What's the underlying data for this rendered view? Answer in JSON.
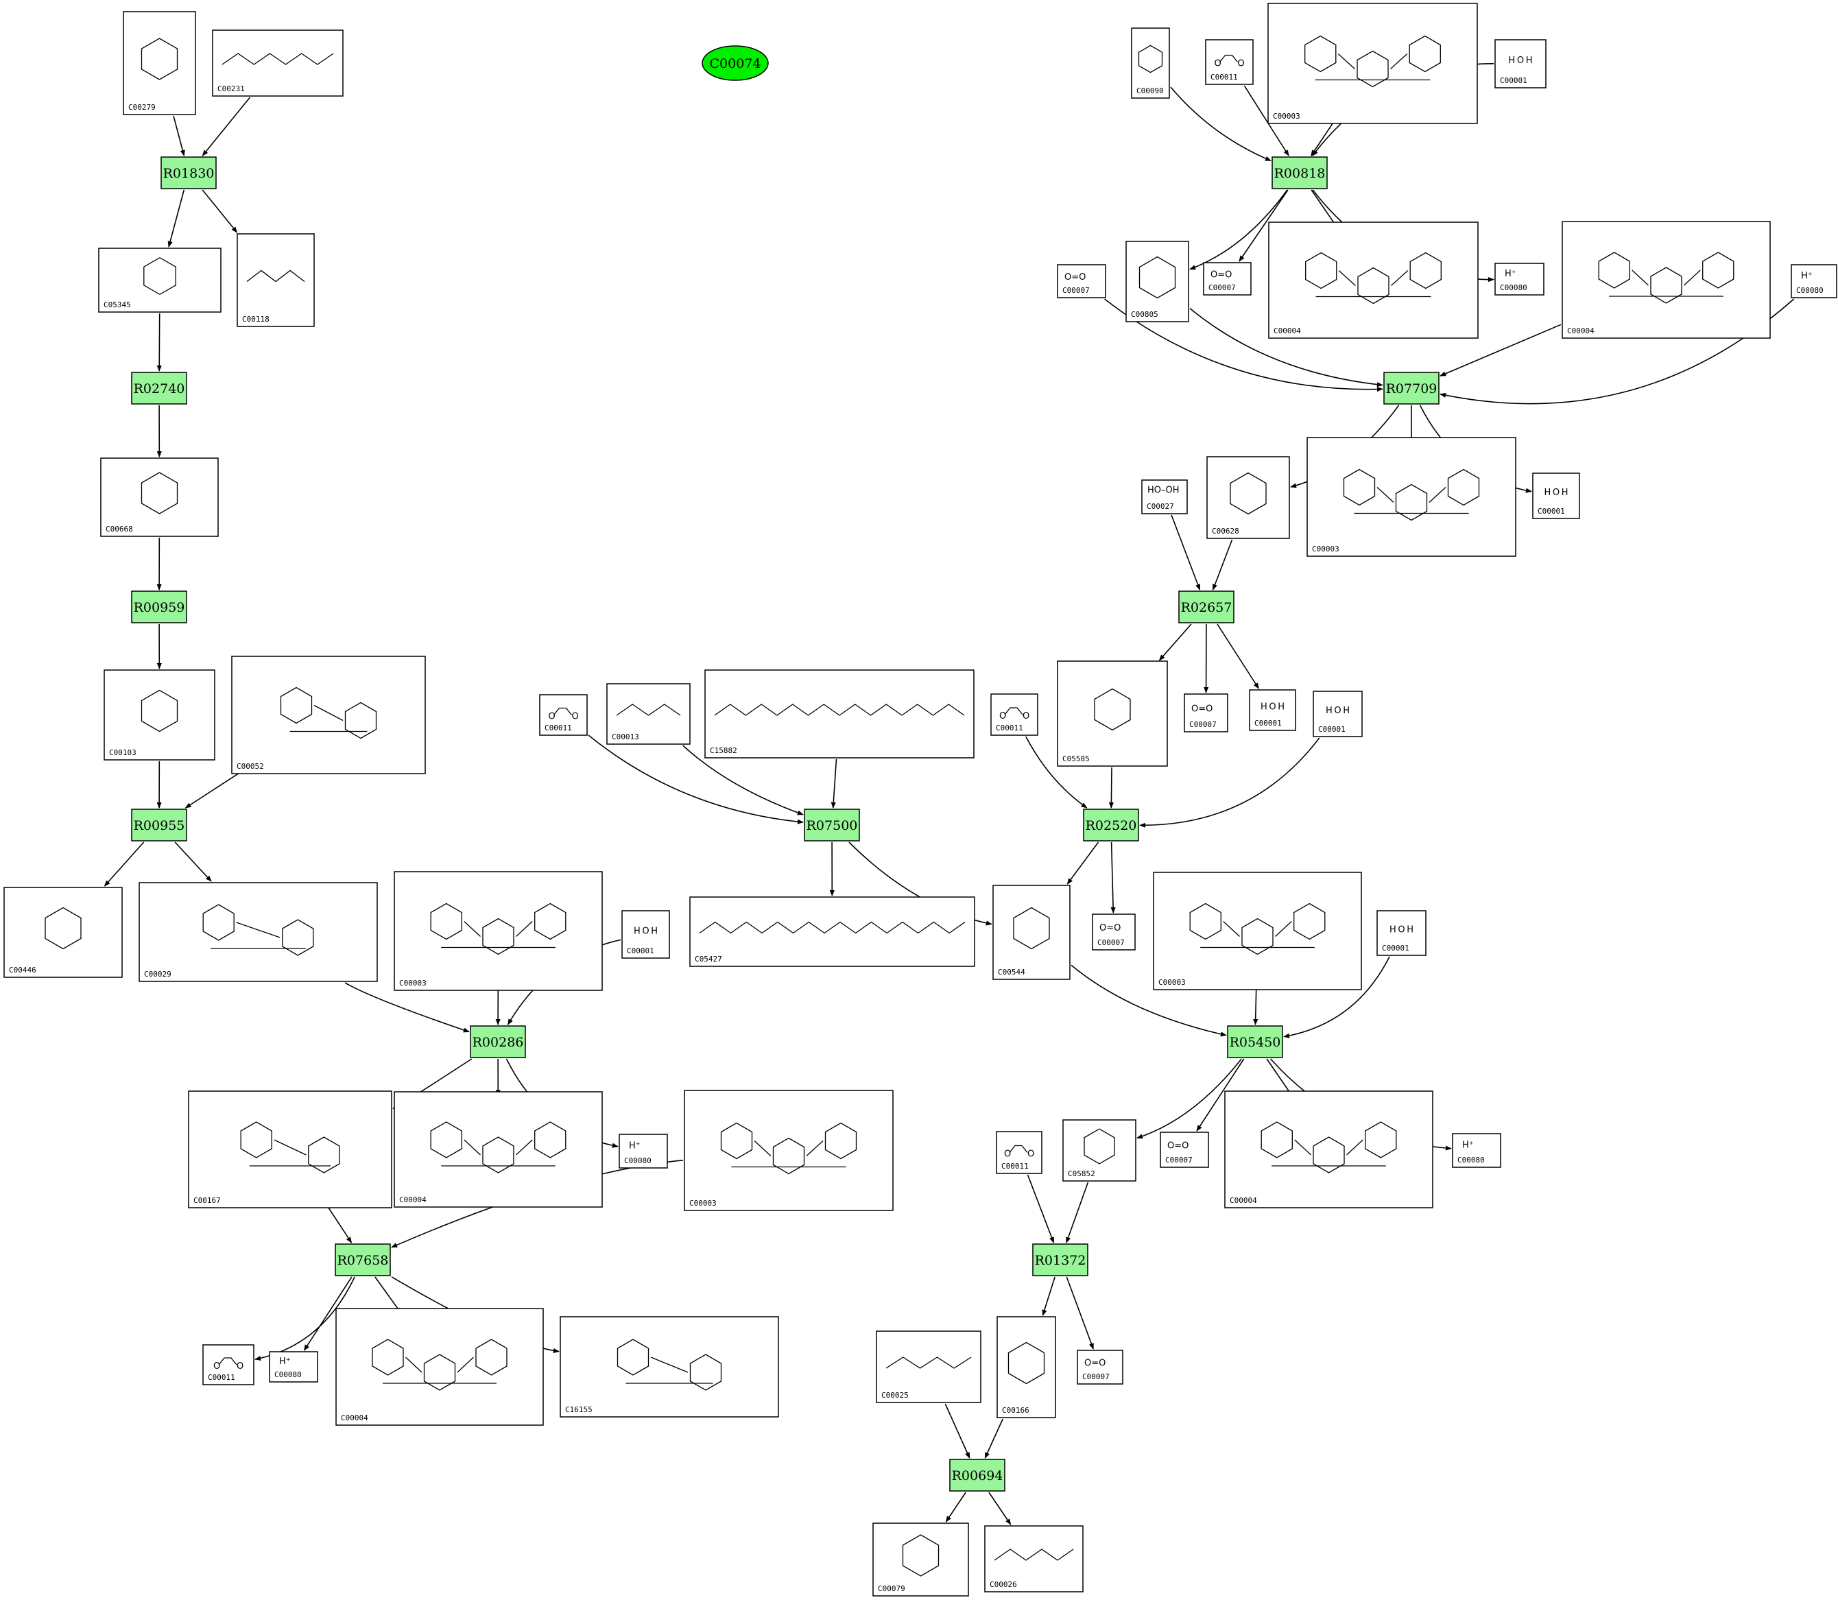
{
  "root": {
    "id": "C00074",
    "color": "#00ee00"
  },
  "reaction_color": "#99f599",
  "reactions": [
    {
      "id": "R01830"
    },
    {
      "id": "R02740"
    },
    {
      "id": "R00959"
    },
    {
      "id": "R00955"
    },
    {
      "id": "R00286"
    },
    {
      "id": "R07658"
    },
    {
      "id": "R00818"
    },
    {
      "id": "R07709"
    },
    {
      "id": "R02657"
    },
    {
      "id": "R02520"
    },
    {
      "id": "R07500"
    },
    {
      "id": "R05450"
    },
    {
      "id": "R01372"
    },
    {
      "id": "R00694"
    }
  ],
  "compounds": [
    {
      "key": "n1",
      "id": "C00279",
      "art": "ring"
    },
    {
      "key": "n2",
      "id": "C00231",
      "art": "chain"
    },
    {
      "key": "n3",
      "id": "C05345",
      "art": "ring"
    },
    {
      "key": "n4",
      "id": "C00118",
      "art": "chain"
    },
    {
      "key": "n5",
      "id": "C00668",
      "art": "ring"
    },
    {
      "key": "n6",
      "id": "C00103",
      "art": "ring"
    },
    {
      "key": "n7",
      "id": "C00052",
      "art": "nucleotide"
    },
    {
      "key": "n8",
      "id": "C00446",
      "art": "ring"
    },
    {
      "key": "n9",
      "id": "C00029",
      "art": "nucleotide"
    },
    {
      "key": "n10",
      "id": "C00003",
      "art": "nad"
    },
    {
      "key": "n11",
      "id": "C00001",
      "art": "water"
    },
    {
      "key": "n12",
      "id": "C00167",
      "art": "nucleotide"
    },
    {
      "key": "n13",
      "id": "C00004",
      "art": "nad"
    },
    {
      "key": "n14",
      "id": "C00080",
      "art": "proton"
    },
    {
      "key": "n15",
      "id": "C00003",
      "art": "nad"
    },
    {
      "key": "n16",
      "id": "C00011",
      "art": "co2"
    },
    {
      "key": "n17",
      "id": "C00080",
      "art": "proton"
    },
    {
      "key": "n18",
      "id": "C00004",
      "art": "nad"
    },
    {
      "key": "n19",
      "id": "C16155",
      "art": "nucleotide"
    },
    {
      "key": "n20",
      "id": "C00090",
      "art": "ring"
    },
    {
      "key": "n21",
      "id": "C00011",
      "art": "co2"
    },
    {
      "key": "n22",
      "id": "C00003",
      "art": "nad"
    },
    {
      "key": "n23",
      "id": "C00001",
      "art": "water"
    },
    {
      "key": "n24",
      "id": "C00805",
      "art": "ring"
    },
    {
      "key": "n25",
      "id": "C00007",
      "art": "oxygen"
    },
    {
      "key": "n26",
      "id": "C00004",
      "art": "nad"
    },
    {
      "key": "n27",
      "id": "C00080",
      "art": "proton"
    },
    {
      "key": "n28",
      "id": "C00007",
      "art": "oxygen"
    },
    {
      "key": "n29",
      "id": "C00004",
      "art": "nad"
    },
    {
      "key": "n30",
      "id": "C00080",
      "art": "proton"
    },
    {
      "key": "n31",
      "id": "C00628",
      "art": "ring"
    },
    {
      "key": "n32",
      "id": "C00003",
      "art": "nad"
    },
    {
      "key": "n33",
      "id": "C00001",
      "art": "water"
    },
    {
      "key": "n34",
      "id": "C00027",
      "art": "peroxide"
    },
    {
      "key": "n35",
      "id": "C05585",
      "art": "ring"
    },
    {
      "key": "n36",
      "id": "C00007",
      "art": "oxygen"
    },
    {
      "key": "n37",
      "id": "C00001",
      "art": "water"
    },
    {
      "key": "n38",
      "id": "C00011",
      "art": "co2"
    },
    {
      "key": "n39",
      "id": "C00001",
      "art": "water"
    },
    {
      "key": "n40",
      "id": "C00011",
      "art": "co2"
    },
    {
      "key": "n41",
      "id": "C00013",
      "art": "chain"
    },
    {
      "key": "n42",
      "id": "C15882",
      "art": "chain"
    },
    {
      "key": "n43",
      "id": "C05427",
      "art": "chain"
    },
    {
      "key": "n44",
      "id": "C00544",
      "art": "ring"
    },
    {
      "key": "n45",
      "id": "C00007",
      "art": "oxygen"
    },
    {
      "key": "n46",
      "id": "C00003",
      "art": "nad"
    },
    {
      "key": "n47",
      "id": "C00001",
      "art": "water"
    },
    {
      "key": "n48",
      "id": "C00011",
      "art": "co2"
    },
    {
      "key": "n49",
      "id": "C05852",
      "art": "ring"
    },
    {
      "key": "n50",
      "id": "C00007",
      "art": "oxygen"
    },
    {
      "key": "n51",
      "id": "C00004",
      "art": "nad"
    },
    {
      "key": "n52",
      "id": "C00080",
      "art": "proton"
    },
    {
      "key": "n53",
      "id": "C00025",
      "art": "chain"
    },
    {
      "key": "n54",
      "id": "C00166",
      "art": "ring"
    },
    {
      "key": "n55",
      "id": "C00007",
      "art": "oxygen"
    },
    {
      "key": "n56",
      "id": "C00079",
      "art": "ring"
    },
    {
      "key": "n57",
      "id": "C00026",
      "art": "chain"
    }
  ],
  "edges": [
    [
      "n1",
      "R01830"
    ],
    [
      "n2",
      "R01830"
    ],
    [
      "R01830",
      "n3"
    ],
    [
      "R01830",
      "n4"
    ],
    [
      "n3",
      "R02740"
    ],
    [
      "R02740",
      "n5"
    ],
    [
      "n5",
      "R00959"
    ],
    [
      "R00959",
      "n6"
    ],
    [
      "n6",
      "R00955"
    ],
    [
      "n7",
      "R00955"
    ],
    [
      "R00955",
      "n8"
    ],
    [
      "R00955",
      "n9"
    ],
    [
      "n9",
      "R00286"
    ],
    [
      "n10",
      "R00286"
    ],
    [
      "n11",
      "R00286"
    ],
    [
      "R00286",
      "n12"
    ],
    [
      "R00286",
      "n13"
    ],
    [
      "R00286",
      "n14"
    ],
    [
      "n12",
      "R07658"
    ],
    [
      "n15",
      "R07658"
    ],
    [
      "R07658",
      "n16"
    ],
    [
      "R07658",
      "n17"
    ],
    [
      "R07658",
      "n18"
    ],
    [
      "R07658",
      "n19"
    ],
    [
      "n20",
      "R00818"
    ],
    [
      "n21",
      "R00818"
    ],
    [
      "n22",
      "R00818"
    ],
    [
      "n23",
      "R00818"
    ],
    [
      "R00818",
      "n24"
    ],
    [
      "R00818",
      "n25"
    ],
    [
      "R00818",
      "n26"
    ],
    [
      "R00818",
      "n27"
    ],
    [
      "n28",
      "R07709"
    ],
    [
      "n24",
      "R07709"
    ],
    [
      "n29",
      "R07709"
    ],
    [
      "n30",
      "R07709"
    ],
    [
      "R07709",
      "n31"
    ],
    [
      "R07709",
      "n32"
    ],
    [
      "R07709",
      "n33"
    ],
    [
      "n34",
      "R02657"
    ],
    [
      "n31",
      "R02657"
    ],
    [
      "R02657",
      "n35"
    ],
    [
      "R02657",
      "n36"
    ],
    [
      "R02657",
      "n37"
    ],
    [
      "n38",
      "R02520"
    ],
    [
      "n35",
      "R02520"
    ],
    [
      "n39",
      "R02520"
    ],
    [
      "R02520",
      "n44"
    ],
    [
      "R02520",
      "n45"
    ],
    [
      "n40",
      "R07500"
    ],
    [
      "n41",
      "R07500"
    ],
    [
      "n42",
      "R07500"
    ],
    [
      "R07500",
      "n43"
    ],
    [
      "R07500",
      "n44"
    ],
    [
      "n44",
      "R05450"
    ],
    [
      "n46",
      "R05450"
    ],
    [
      "n47",
      "R05450"
    ],
    [
      "R05450",
      "n49"
    ],
    [
      "R05450",
      "n50"
    ],
    [
      "R05450",
      "n51"
    ],
    [
      "R05450",
      "n52"
    ],
    [
      "n48",
      "R01372"
    ],
    [
      "n49",
      "R01372"
    ],
    [
      "R01372",
      "n54"
    ],
    [
      "R01372",
      "n55"
    ],
    [
      "n53",
      "R00694"
    ],
    [
      "n54",
      "R00694"
    ],
    [
      "R00694",
      "n56"
    ],
    [
      "R00694",
      "n57"
    ]
  ]
}
